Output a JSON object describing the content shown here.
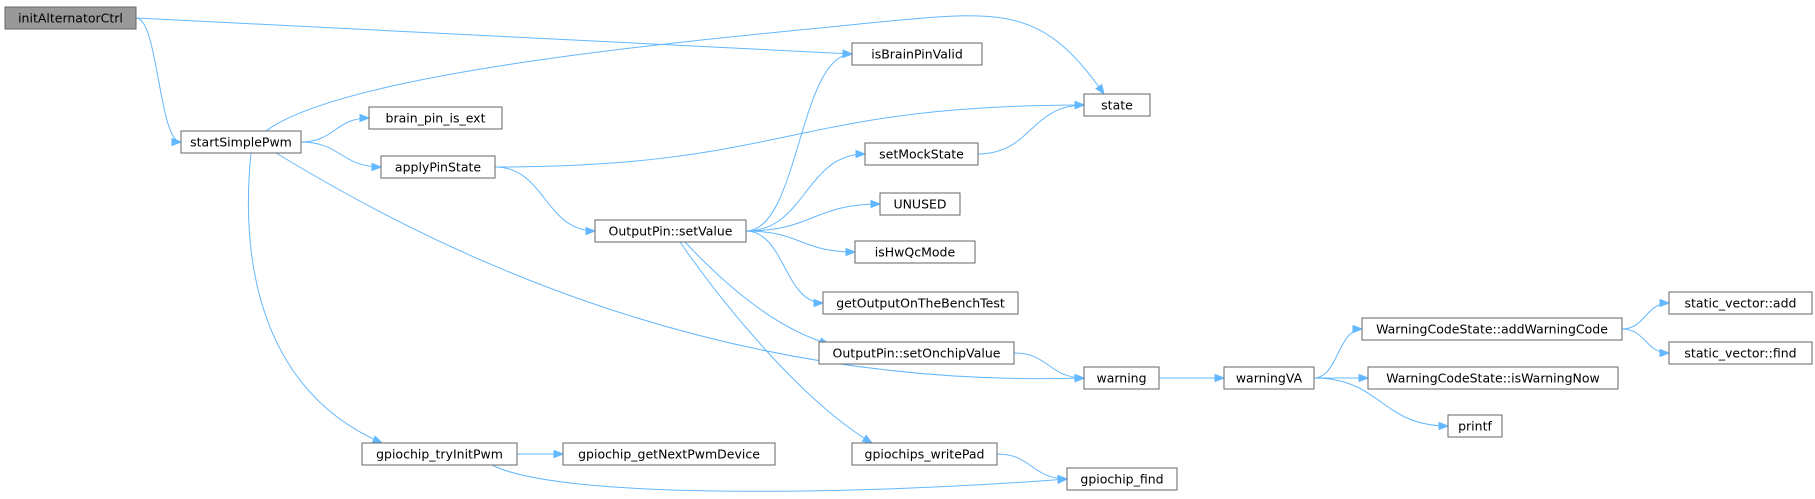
{
  "nodes": [
    {
      "id": "initAlternatorCtrl",
      "label": "initAlternatorCtrl",
      "root": true
    },
    {
      "id": "isBrainPinValid",
      "label": "isBrainPinValid"
    },
    {
      "id": "state",
      "label": "state"
    },
    {
      "id": "startSimplePwm",
      "label": "startSimplePwm"
    },
    {
      "id": "brain_pin_is_ext",
      "label": "brain_pin_is_ext"
    },
    {
      "id": "applyPinState",
      "label": "applyPinState"
    },
    {
      "id": "setMockState",
      "label": "setMockState"
    },
    {
      "id": "OutputPin_setValue",
      "label": "OutputPin::setValue"
    },
    {
      "id": "UNUSED",
      "label": "UNUSED"
    },
    {
      "id": "isHwQcMode",
      "label": "isHwQcMode"
    },
    {
      "id": "getOutputOnTheBenchTest",
      "label": "getOutputOnTheBenchTest"
    },
    {
      "id": "OutputPin_setOnchipValue",
      "label": "OutputPin::setOnchipValue"
    },
    {
      "id": "warning",
      "label": "warning"
    },
    {
      "id": "warningVA",
      "label": "warningVA"
    },
    {
      "id": "addWarningCode",
      "label": "WarningCodeState::addWarningCode"
    },
    {
      "id": "isWarningNow",
      "label": "WarningCodeState::isWarningNow"
    },
    {
      "id": "static_vector_add",
      "label": "static_vector::add"
    },
    {
      "id": "static_vector_find",
      "label": "static_vector::find"
    },
    {
      "id": "printf",
      "label": "printf"
    },
    {
      "id": "gpiochip_tryInitPwm",
      "label": "gpiochip_tryInitPwm"
    },
    {
      "id": "gpiochip_getNextPwmDevice",
      "label": "gpiochip_getNextPwmDevice"
    },
    {
      "id": "gpiochips_writePad",
      "label": "gpiochips_writePad"
    },
    {
      "id": "gpiochip_find",
      "label": "gpiochip_find"
    }
  ],
  "edges": [
    [
      "initAlternatorCtrl",
      "isBrainPinValid"
    ],
    [
      "initAlternatorCtrl",
      "startSimplePwm"
    ],
    [
      "startSimplePwm",
      "state"
    ],
    [
      "startSimplePwm",
      "brain_pin_is_ext"
    ],
    [
      "startSimplePwm",
      "applyPinState"
    ],
    [
      "startSimplePwm",
      "warning"
    ],
    [
      "startSimplePwm",
      "gpiochip_tryInitPwm"
    ],
    [
      "applyPinState",
      "state"
    ],
    [
      "applyPinState",
      "OutputPin_setValue"
    ],
    [
      "OutputPin_setValue",
      "isBrainPinValid"
    ],
    [
      "OutputPin_setValue",
      "setMockState"
    ],
    [
      "OutputPin_setValue",
      "UNUSED"
    ],
    [
      "OutputPin_setValue",
      "isHwQcMode"
    ],
    [
      "OutputPin_setValue",
      "getOutputOnTheBenchTest"
    ],
    [
      "OutputPin_setValue",
      "OutputPin_setOnchipValue"
    ],
    [
      "OutputPin_setValue",
      "gpiochips_writePad"
    ],
    [
      "setMockState",
      "state"
    ],
    [
      "OutputPin_setOnchipValue",
      "warning"
    ],
    [
      "warning",
      "warningVA"
    ],
    [
      "warningVA",
      "addWarningCode"
    ],
    [
      "warningVA",
      "isWarningNow"
    ],
    [
      "warningVA",
      "printf"
    ],
    [
      "addWarningCode",
      "static_vector_add"
    ],
    [
      "addWarningCode",
      "static_vector_find"
    ],
    [
      "gpiochip_tryInitPwm",
      "gpiochip_getNextPwmDevice"
    ],
    [
      "gpiochip_tryInitPwm",
      "gpiochip_find"
    ],
    [
      "gpiochips_writePad",
      "gpiochip_find"
    ]
  ],
  "colors": {
    "edge": "#63b8ff",
    "node_border": "#666666",
    "root_fill": "#999999",
    "node_fill": "#ffffff"
  }
}
